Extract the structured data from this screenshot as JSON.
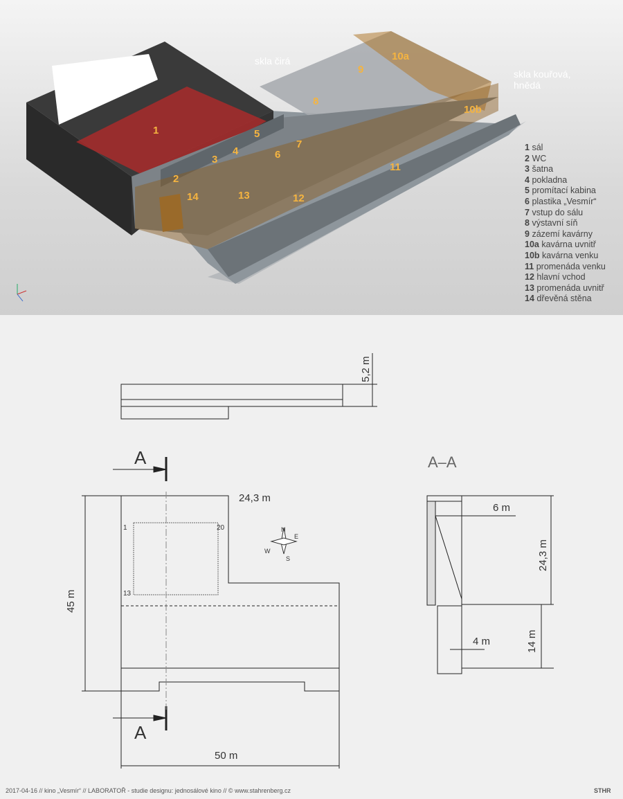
{
  "render": {
    "room_labels": [
      "1",
      "2",
      "3",
      "4",
      "5",
      "6",
      "7",
      "8",
      "9",
      "10a",
      "10b",
      "11",
      "12",
      "13",
      "14"
    ],
    "annotations": {
      "clear_glass": "skla čirá",
      "smoked_glass": "skla kouřová, hnědá"
    }
  },
  "legend": [
    {
      "num": "1",
      "text": "sál"
    },
    {
      "num": "2",
      "text": "WC"
    },
    {
      "num": "3",
      "text": "šatna"
    },
    {
      "num": "4",
      "text": "pokladna"
    },
    {
      "num": "5",
      "text": "promítací kabina"
    },
    {
      "num": "6",
      "text": "plastika „Vesmír“"
    },
    {
      "num": "7",
      "text": "vstup do sálu"
    },
    {
      "num": "8",
      "text": "výstavní síň"
    },
    {
      "num": "9",
      "text": "zázemí kavárny"
    },
    {
      "num": "10a",
      "text": "kavárna uvnitř"
    },
    {
      "num": "10b",
      "text": "kavárna venku"
    },
    {
      "num": "11",
      "text": "promenáda venku"
    },
    {
      "num": "12",
      "text": "hlavní vchod"
    },
    {
      "num": "13",
      "text": "promenáda uvnitř"
    },
    {
      "num": "14",
      "text": "dřevěná stěna"
    }
  ],
  "drawings": {
    "elevation_height": "5,2 m",
    "plan_width_top": "24,3 m",
    "plan_depth": "45 m",
    "plan_width": "50 m",
    "section_mark_top": "A",
    "section_mark_bottom": "A",
    "seat_first": "1",
    "seat_last_row_end": "20",
    "seat_row_13": "13",
    "section_title": "A–A",
    "section_dim_6": "6 m",
    "section_dim_243": "24,3 m",
    "section_dim_14": "14 m",
    "section_dim_4": "4 m",
    "compass": {
      "n": "N",
      "e": "E",
      "s": "S",
      "w": "W"
    }
  },
  "footer": "2017-04-16 // kino „Vesmír“ // LABORATOŘ - studie designu: jednosálové kino // © www.stahrenberg.cz",
  "signature": "STHR"
}
